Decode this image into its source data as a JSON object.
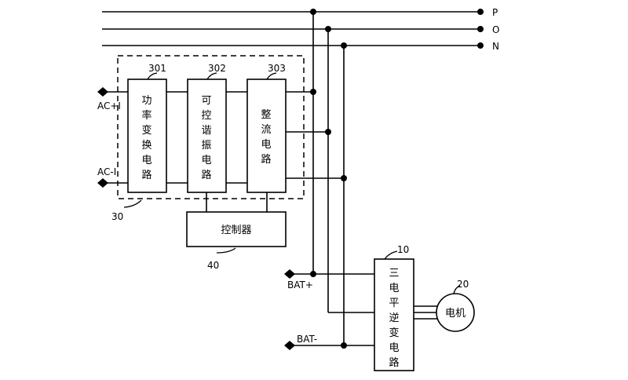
{
  "bus": {
    "p": "P",
    "o": "O",
    "n": "N"
  },
  "terminals": {
    "ac_plus": "AC+I",
    "ac_minus": "AC-I",
    "bat_plus": "BAT+",
    "bat_minus": "BAT-"
  },
  "blocks": {
    "power_conversion": {
      "ref": "301",
      "label": "功率变换电路"
    },
    "resonant": {
      "ref": "302",
      "label": "可控谐振电路"
    },
    "rectifier": {
      "ref": "303",
      "label": "整流电路"
    },
    "controller": {
      "ref": "40",
      "label": "控制器"
    },
    "inverter": {
      "ref": "10",
      "label": "三电平逆变电路"
    },
    "motor": {
      "ref": "20",
      "label": "电机"
    },
    "charger_group": {
      "ref": "30"
    }
  }
}
